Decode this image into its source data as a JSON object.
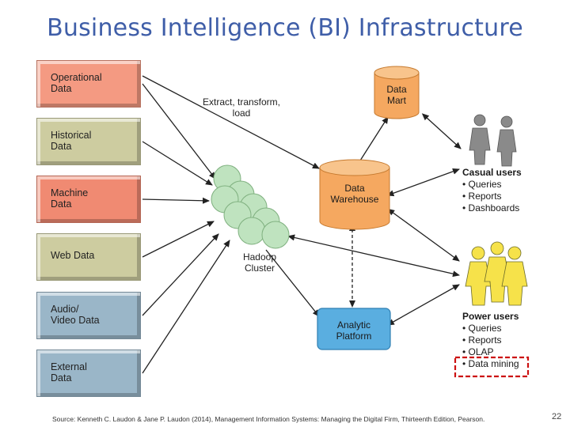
{
  "slide": {
    "title": "Business Intelligence (BI) Infrastructure",
    "source": "Source: Kenneth C. Laudon & Jane P. Laudon (2014), Management Information Systems: Managing the Digital Firm, Thirteenth Edition, Pearson.",
    "page_number": "22"
  },
  "sources": [
    {
      "label": "Operational\nData",
      "color": "#f49a82"
    },
    {
      "label": "Historical\nData",
      "color": "#cdcca0"
    },
    {
      "label": "Machine\nData",
      "color": "#f08a72"
    },
    {
      "label": "Web Data",
      "color": "#cdcca0"
    },
    {
      "label": "Audio/\nVideo Data",
      "color": "#9ab6c8"
    },
    {
      "label": "External\nData",
      "color": "#9ab6c8"
    }
  ],
  "etl_label": "Extract, transform,\nload",
  "hadoop_label": "Hadoop\nCluster",
  "data_mart": "Data\nMart",
  "data_warehouse": "Data\nWarehouse",
  "analytic_platform": "Analytic\nPlatform",
  "casual_users": {
    "title": "Casual users",
    "items": [
      "• Queries",
      "• Reports",
      "• Dashboards"
    ]
  },
  "power_users": {
    "title": "Power users",
    "items": [
      "• Queries",
      "• Reports",
      "• OLAP",
      "• Data mining"
    ]
  },
  "colors": {
    "title": "#3f5ea8",
    "cylinder": "#f5a860",
    "analytic": "#5aaee0",
    "hadoop_node": "#bfe3bf",
    "casual_user": "#8a8a8a",
    "power_user": "#f6e24a",
    "highlight": "#cc1111"
  }
}
